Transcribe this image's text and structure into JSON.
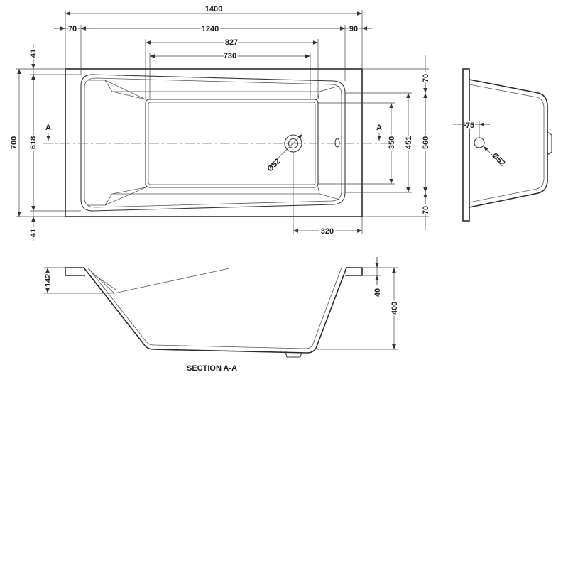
{
  "plan_view": {
    "overall_length": "1400",
    "left_rim": "70",
    "inner_length": "1240",
    "right_rim": "90",
    "bottom_length_a": "827",
    "bottom_length_b": "730",
    "overall_width": "700",
    "inner_width": "618",
    "rim_top": "41",
    "rim_bottom": "41",
    "right_rim_top": "70",
    "right_rim_bottom": "70",
    "bottom_width_a": "350",
    "bottom_width_b": "451",
    "bowl_width": "560",
    "waste_offset": "320",
    "waste_diameter": "Ø52",
    "section_mark_left": "A",
    "section_mark_right": "A"
  },
  "end_view": {
    "waste_offset": "75",
    "waste_diameter": "Ø52"
  },
  "section_view": {
    "title": "SECTION A-A",
    "backrest_height": "142",
    "rim_height": "40",
    "total_depth": "400"
  },
  "colors": {
    "line": "#3a3a3a",
    "text": "#222222"
  }
}
